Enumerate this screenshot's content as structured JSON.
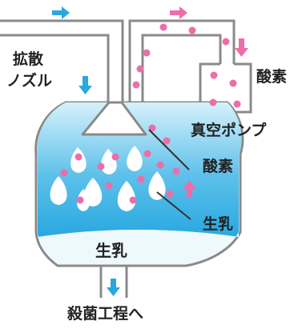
{
  "labels": {
    "nozzle_line1": "拡散",
    "nozzle_line2": "ノズル",
    "oxygen_top": "酸素",
    "vacuum_pump": "真空ポンプ",
    "oxygen_mid": "酸素",
    "milk_mid": "生乳",
    "milk_bottom": "生乳",
    "to_sterilization": "殺菌工程へ"
  },
  "colors": {
    "outline": "#8a8a8a",
    "liquid_light": "#d6f1fb",
    "liquid_dark": "#29a8e0",
    "milk_bottom_fill": "#eef9fd",
    "oxygen_dot": "#ec6ea8",
    "flow_arrow_blue": "#29a8e0",
    "flow_arrow_pink": "#ec6ea8",
    "droplet": "#ffffff",
    "label_text": "#222222"
  },
  "icons": [
    "flow-arrow-right-blue",
    "flow-arrow-down-blue",
    "flow-arrow-right-pink",
    "flow-arrow-down-pink",
    "flow-arrow-up-pink"
  ]
}
